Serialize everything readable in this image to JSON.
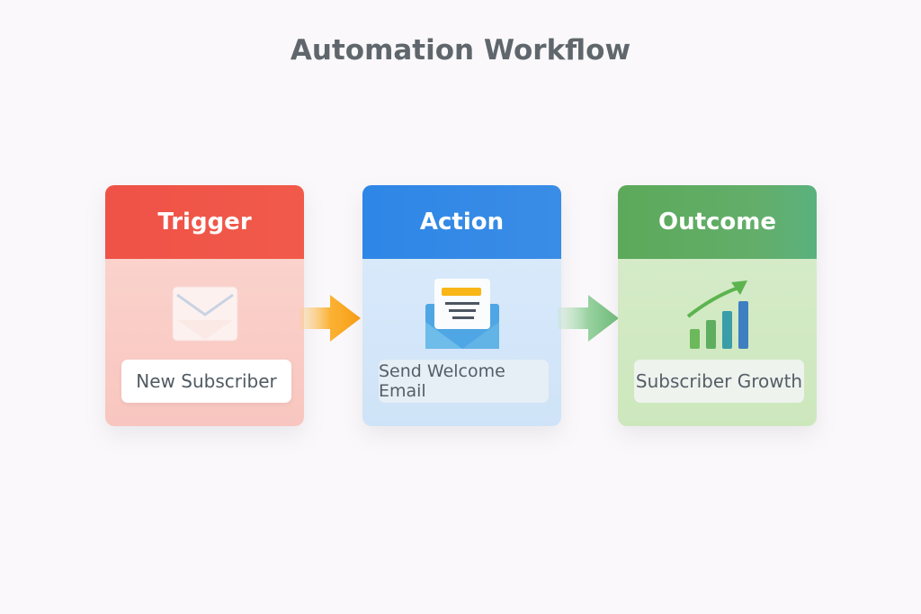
{
  "title": "Automation Workflow",
  "steps": [
    {
      "id": "trigger",
      "header": "Trigger",
      "label": "New Subscriber",
      "icon": "envelope-icon",
      "color": "#ef5247"
    },
    {
      "id": "action",
      "header": "Action",
      "label": "Send Welcome Email",
      "icon": "open-envelope-letter-icon",
      "color": "#2e86e6"
    },
    {
      "id": "outcome",
      "header": "Outcome",
      "label": "Subscriber Growth",
      "icon": "growth-chart-icon",
      "color": "#5ca95a"
    }
  ],
  "connectors": [
    {
      "from": "trigger",
      "to": "action",
      "icon": "arrow-right-icon",
      "color": "#f9a11b"
    },
    {
      "from": "action",
      "to": "outcome",
      "icon": "arrow-right-icon",
      "color": "#76c07c"
    }
  ]
}
